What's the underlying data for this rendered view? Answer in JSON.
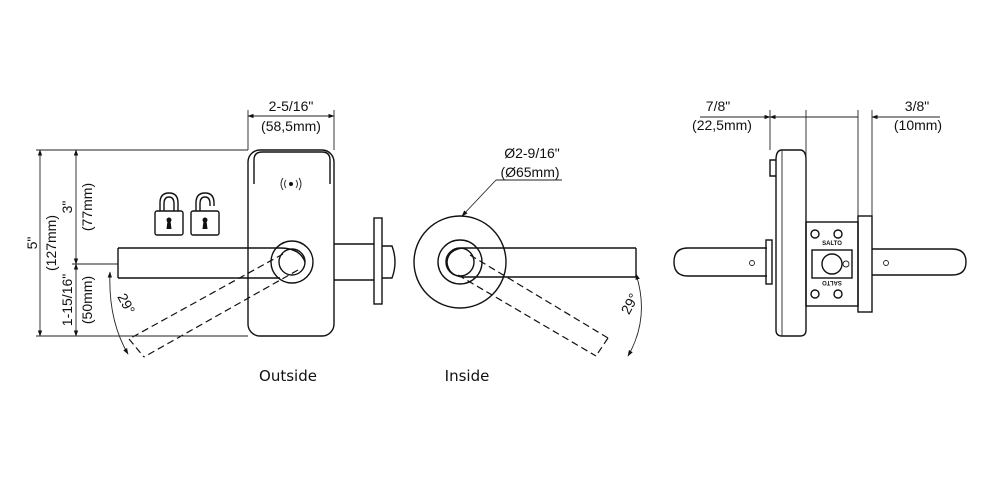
{
  "dimensions": {
    "width_in": "2-5/16\"",
    "width_mm": "(58,5mm)",
    "height_total_in": "5\"",
    "height_total_mm": "(127mm)",
    "height_upper_in": "3\"",
    "height_upper_mm": "(77mm)",
    "height_lower_in": "1-15/16\"",
    "height_lower_mm": "(50mm)",
    "rose_diameter_in": "Ø2-9/16\"",
    "rose_diameter_mm": "(Ø65mm)",
    "outside_projection_in": "7/8\"",
    "outside_projection_mm": "(22,5mm)",
    "inside_projection_in": "3/8\"",
    "inside_projection_mm": "(10mm)",
    "angle_outside": "29°",
    "angle_inside": "29°"
  },
  "captions": {
    "outside": "Outside",
    "inside": "Inside"
  },
  "lock_body": {
    "brand_top": "SALTO",
    "brand_bottom": "SALTO"
  }
}
